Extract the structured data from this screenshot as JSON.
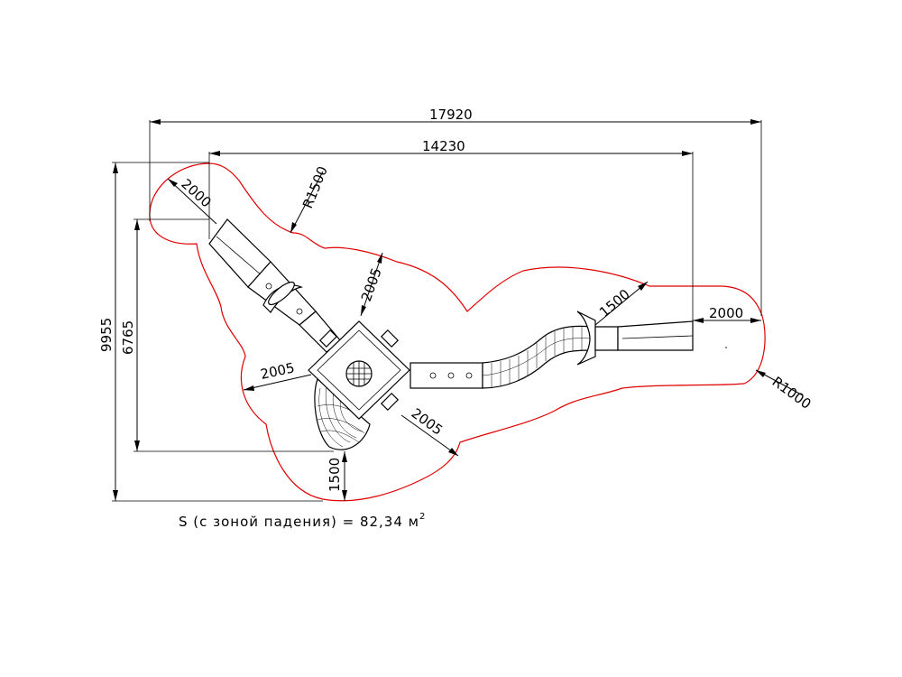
{
  "colors": {
    "safety_zone": "#e00000",
    "lines": "#000000",
    "background": "#ffffff"
  },
  "dimensions": {
    "overall_width": "17920",
    "equipment_width": "14230",
    "overall_height": "9955",
    "equipment_height": "6765",
    "top_left_offset": "2000",
    "top_radius": "R1500",
    "upper_clearance": "2005",
    "left_clearance": "2005",
    "lower_right_clearance": "2005",
    "right_tube_offset": "1500",
    "right_end_offset": "2000",
    "right_radius": "R1000",
    "bottom_offset": "1500"
  },
  "area_label": {
    "text": "S (с зоной падения) = 82,34 м",
    "superscript": "2"
  }
}
